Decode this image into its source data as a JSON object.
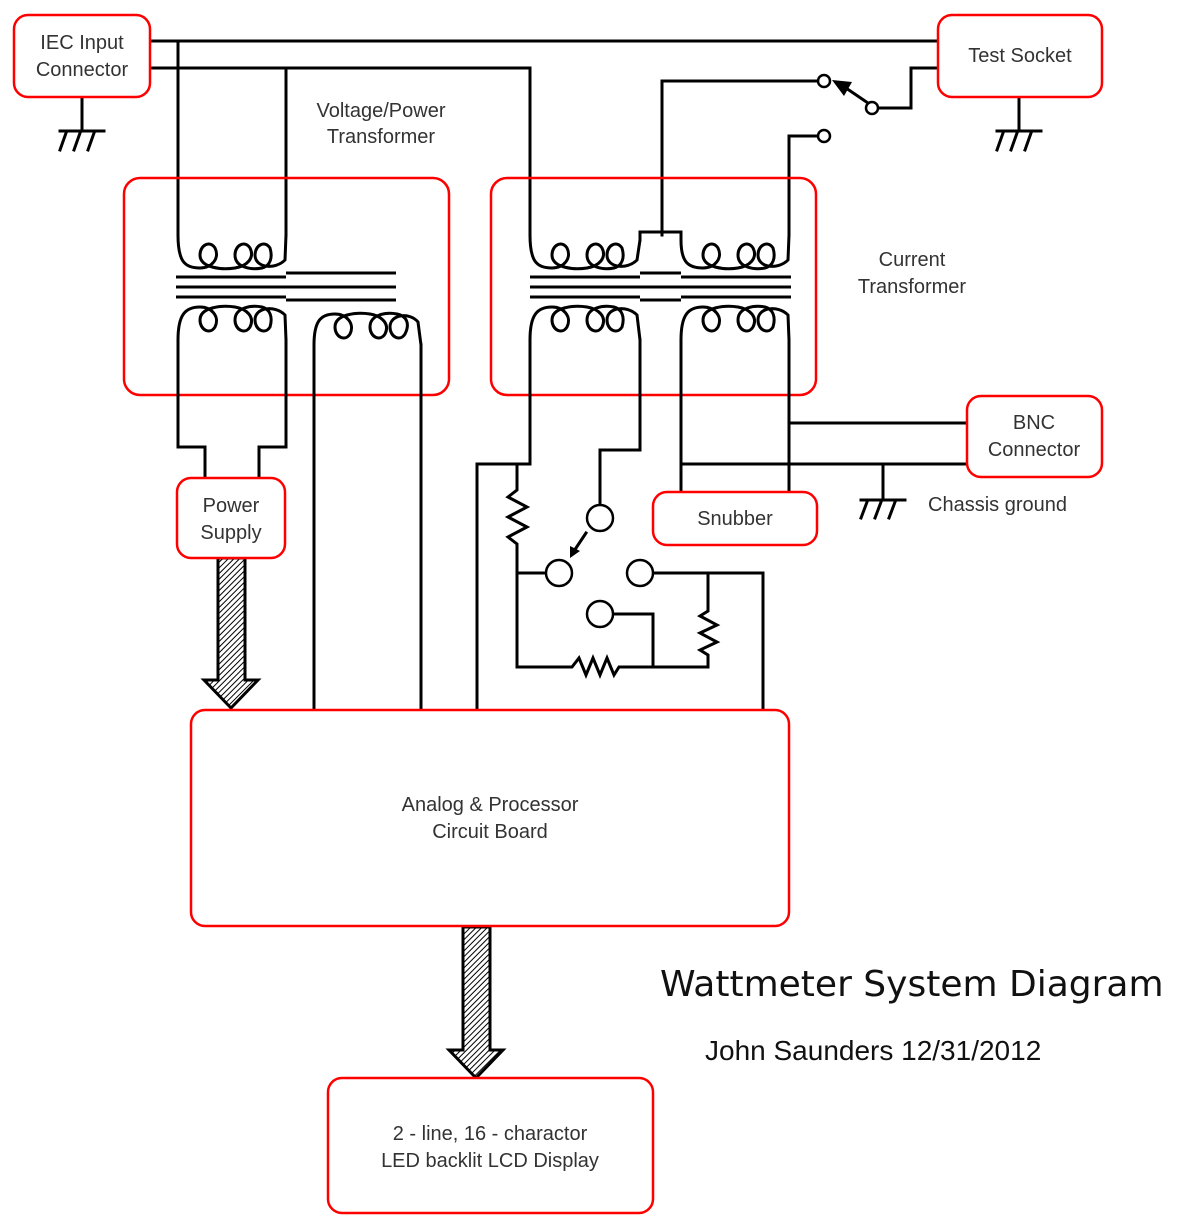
{
  "diagram": {
    "title": "Wattmeter System Diagram",
    "author_line": "John Saunders 12/31/2012",
    "accent_color": "#ff0000",
    "wire_color": "#000000",
    "blocks": {
      "iec_input": {
        "line1": "IEC Input",
        "line2": "Connector"
      },
      "test_socket": {
        "line1": "Test Socket"
      },
      "power_supply": {
        "line1": "Power",
        "line2": "Supply"
      },
      "snubber": {
        "line1": "Snubber"
      },
      "bnc": {
        "line1": "BNC",
        "line2": "Connector"
      },
      "processor": {
        "line1": "Analog & Processor",
        "line2": "Circuit Board"
      },
      "display": {
        "line1": "2 - line, 16 - charactor",
        "line2": "LED backlit LCD Display"
      }
    },
    "labels": {
      "voltage_transformer": {
        "line1": "Voltage/Power",
        "line2": "Transformer"
      },
      "current_transformer": {
        "line1": "Current",
        "line2": "Transformer"
      },
      "chassis_ground": "Chassis ground"
    }
  }
}
